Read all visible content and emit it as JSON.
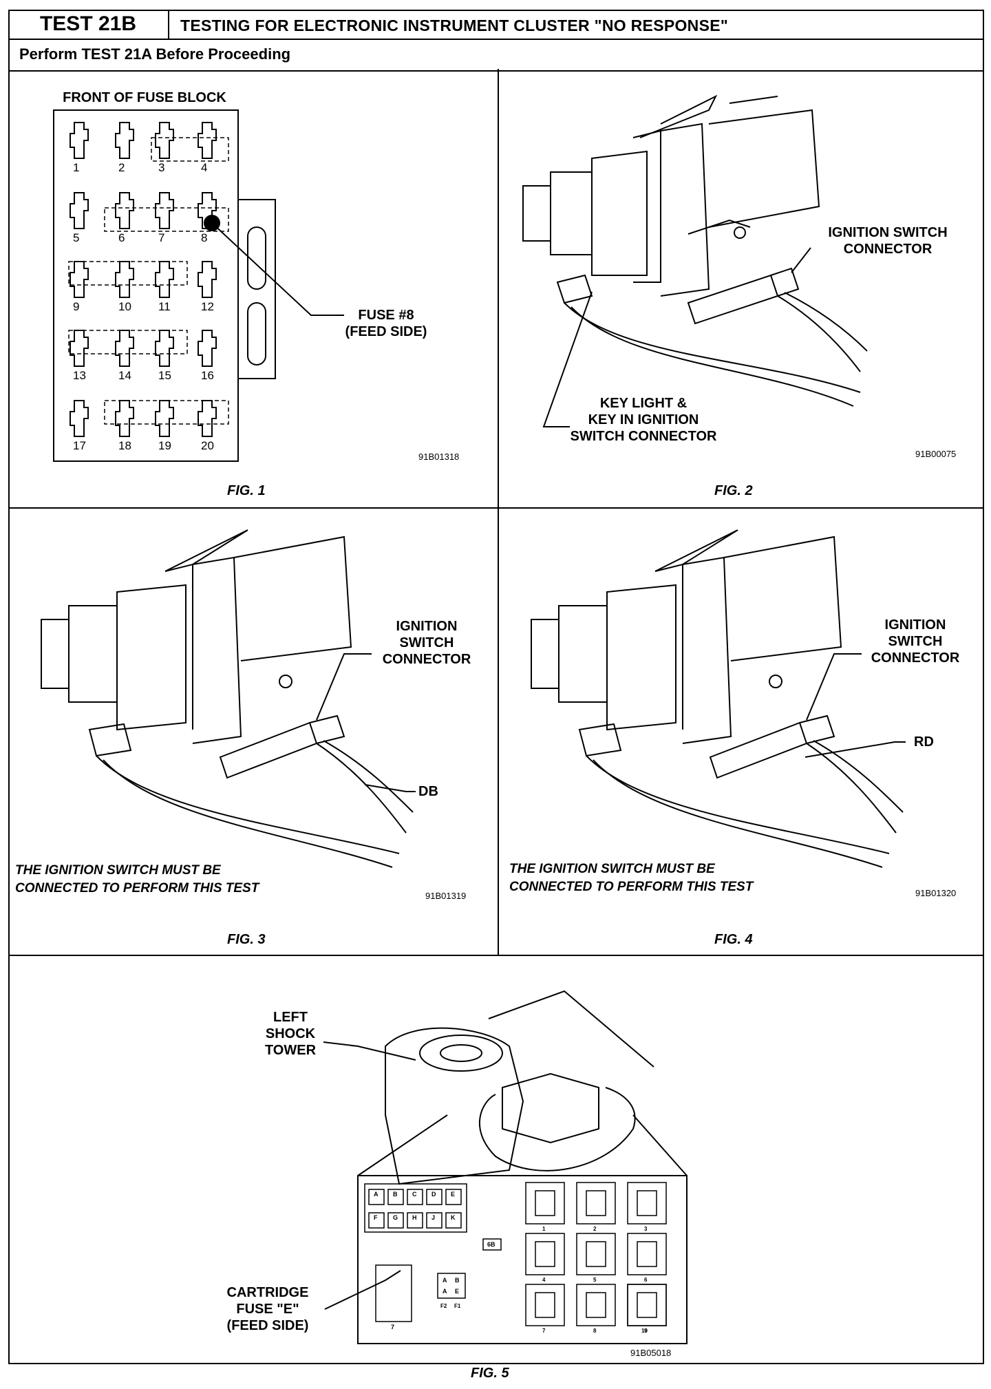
{
  "header": {
    "test_id": "TEST 21B",
    "title": "TESTING FOR ELECTRONIC INSTRUMENT CLUSTER \"NO RESPONSE\"",
    "subtitle": "Perform TEST 21A Before Proceeding"
  },
  "fig1": {
    "heading": "FRONT OF FUSE BLOCK",
    "fuse_numbers": [
      "1",
      "2",
      "3",
      "4",
      "5",
      "6",
      "7",
      "8",
      "9",
      "10",
      "11",
      "12",
      "13",
      "14",
      "15",
      "16",
      "17",
      "18",
      "19",
      "20"
    ],
    "callout_line1": "FUSE #8",
    "callout_line2": "(FEED SIDE)",
    "code": "91B01318",
    "caption": "FIG. 1"
  },
  "fig2": {
    "callout_a_line1": "IGNITION SWITCH",
    "callout_a_line2": "CONNECTOR",
    "callout_b_line1": "KEY LIGHT &",
    "callout_b_line2": "KEY IN IGNITION",
    "callout_b_line3": "SWITCH CONNECTOR",
    "code": "91B00075",
    "caption": "FIG. 2"
  },
  "fig3": {
    "callout_line1": "IGNITION",
    "callout_line2": "SWITCH",
    "callout_line3": "CONNECTOR",
    "wire_label": "DB",
    "note_line1": "THE IGNITION SWITCH MUST BE",
    "note_line2": "CONNECTED TO PERFORM THIS TEST",
    "code": "91B01319",
    "caption": "FIG. 3"
  },
  "fig4": {
    "callout_line1": "IGNITION",
    "callout_line2": "SWITCH",
    "callout_line3": "CONNECTOR",
    "wire_label": "RD",
    "note_line1": "THE IGNITION SWITCH MUST BE",
    "note_line2": "CONNECTED TO PERFORM THIS TEST",
    "code": "91B01320",
    "caption": "FIG. 4"
  },
  "fig5": {
    "callout_a_line1": "LEFT",
    "callout_a_line2": "SHOCK",
    "callout_a_line3": "TOWER",
    "callout_b_line1": "CARTRIDGE",
    "callout_b_line2": "FUSE \"E\"",
    "callout_b_line3": "(FEED SIDE)",
    "cartridge_top": [
      "A",
      "B",
      "C",
      "D",
      "E"
    ],
    "cartridge_bottom": [
      "F",
      "G",
      "H",
      "J",
      "K"
    ],
    "fusible_link": "6B",
    "fuse_f": [
      "A",
      "B",
      "A",
      "E"
    ],
    "fuse_f_labels": [
      "F2",
      "F1"
    ],
    "relay_numbers": [
      "1",
      "2",
      "3",
      "4",
      "5",
      "6",
      "7",
      "8",
      "9",
      "10"
    ],
    "relay_7": "7",
    "code": "91B05018",
    "caption": "FIG. 5"
  }
}
